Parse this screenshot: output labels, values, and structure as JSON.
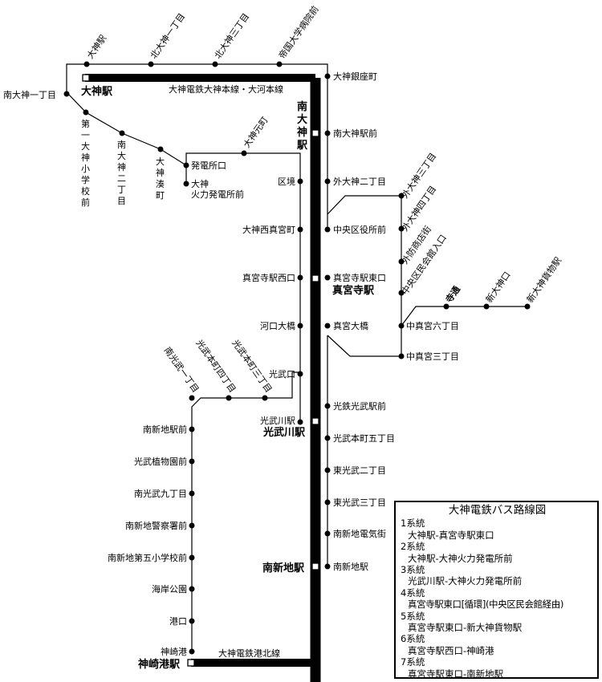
{
  "rail": {
    "main_line": "大神電鉄大神本線・大河本線",
    "port_line": "大神電鉄港北線"
  },
  "stations": {
    "oogami": "大神駅",
    "minami_oogami": "南大神駅",
    "shinguji": "真宮寺駅",
    "koubukawa": "光武川駅",
    "minami_shinchi": "南新地駅",
    "kanzaki_port": "神崎港駅"
  },
  "stops": {
    "oogami_eki": "大神駅",
    "kita1": "北大神一丁目",
    "kita3": "北大神三丁目",
    "teikoku": "帝国大学病院前",
    "ginza": "大神銀座町",
    "minami1": "南大神一丁目",
    "daiichi": "第一大神小学校前",
    "minami2": "南大神二丁目",
    "minato": "大神湊町",
    "motomachi": "大神元町",
    "hatsuden": "発電所口",
    "karyoku_a": "大神",
    "karyoku_b": "火力発電所前",
    "minami_ekimae": "南大神駅前",
    "soto2": "外大神二丁目",
    "kyouzakai": "区境",
    "soto3": "外大神三丁目",
    "soto4": "外大神四丁目",
    "sotobo": "外防商店街",
    "kuminkan": "中央区民会館入口",
    "chuoku": "中央区役所前",
    "nishi_shingu": "大神西真宮町",
    "shinguji_nishi": "真宮寺駅西口",
    "shinguji_higashi": "真宮寺駅東口",
    "teri": "寺通",
    "shinkanguchi": "新大神口",
    "kamotsu": "新大神貨物駅",
    "chu6": "中真宮六丁目",
    "kawaguchi": "河口大橋",
    "shingu_ohashi": "真宮大橋",
    "chu3": "中真宮三丁目",
    "minami_kobu1": "南光武一丁目",
    "kobu_honmachi4": "光武本町四丁目",
    "kobu_honmachi3": "光武本町三丁目",
    "koubu_guchi": "光武口",
    "koutetsu": "光鉄光武駅前",
    "koubukawa_eki": "光武川駅",
    "kobu_honmachi5": "光武本町五丁目",
    "minami_shinchi_ekimae": "南新地駅前",
    "shokubutsu": "光武植物園前",
    "minami_kobu9": "南光武九丁目",
    "higashi_kobu2": "東光武二丁目",
    "higashi_kobu3": "東光武三丁目",
    "keisatsu": "南新地警察署前",
    "denki": "南新地電気街",
    "shogakko5": "南新地第五小学校前",
    "minami_shinchi_eki": "南新地駅",
    "kaigan": "海岸公園",
    "minatoguchi": "港口",
    "kanzaki": "神崎港"
  },
  "legend": {
    "title": "大神電鉄バス路線図",
    "routes": [
      {
        "num": "1系統",
        "desc": "大神駅-真宮寺駅東口"
      },
      {
        "num": "2系統",
        "desc": "大神駅-大神火力発電所前"
      },
      {
        "num": "3系統",
        "desc": "光武川駅-大神火力発電所前"
      },
      {
        "num": "4系統",
        "desc": "真宮寺駅東口[循環](中央区民会館経由)"
      },
      {
        "num": "5系統",
        "desc": "真宮寺駅東口-新大神貨物駅"
      },
      {
        "num": "6系統",
        "desc": "真宮寺駅西口-神崎港"
      },
      {
        "num": "7系統",
        "desc": "真宮寺駅東口-南新地駅"
      }
    ]
  },
  "colors": {
    "line": "#000000",
    "background": "#ffffff"
  }
}
